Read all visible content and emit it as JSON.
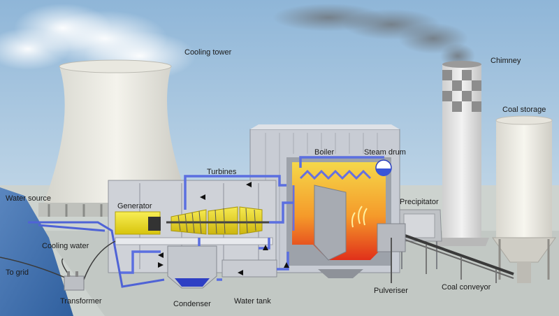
{
  "labels": {
    "cooling_tower": "Cooling tower",
    "chimney": "Chimney",
    "coal_storage": "Coal storage",
    "boiler": "Boiler",
    "steam_drum": "Steam drum",
    "turbines": "Turbines",
    "generator": "Generator",
    "water_source": "Water source",
    "precipitator": "Precipitator",
    "cooling_water": "Cooling water",
    "to_grid": "To grid",
    "transformer": "Transformer",
    "condenser": "Condenser",
    "water_tank": "Water tank",
    "pulveriser": "Pulveriser",
    "coal_conveyor": "Coal conveyor"
  },
  "colors": {
    "sky_top": "#8fb6d8",
    "sky_bottom": "#dce8ef",
    "ground": "#c9cfcc",
    "water": "#2f5f9e",
    "structure": "#c8ccd4",
    "pipe": "#5b6fe0",
    "generator": "#f2e21c",
    "flame_hot": "#e0301a",
    "flame_warm": "#f7e83a",
    "smoke": "#6e7378",
    "label_text": "#1a1a1a"
  }
}
